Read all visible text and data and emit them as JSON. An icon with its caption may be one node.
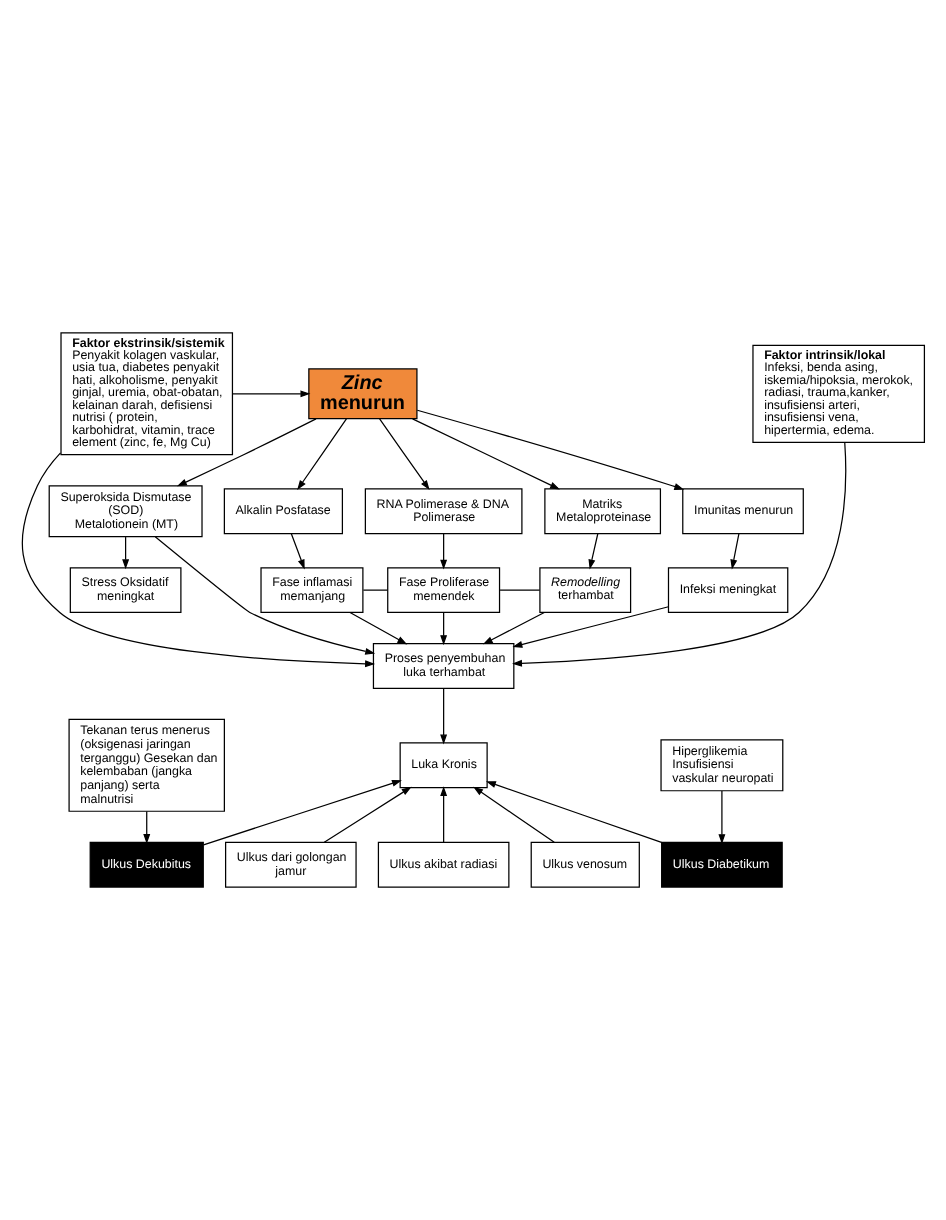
{
  "diagram": {
    "nodes": [
      {
        "text": [
          "Faktor ekstrinsik/sistemik",
          "Penyakit kolagen vaskular, usia tua, diabetes penyakit hati, alkoholisme, penyakit ginjal, uremia, obat-obatan, kelainan darah, defisiensi nutrisi ( protein, karbohidrat, vitamin, trace element (zinc, fe, Mg Cu)"
        ]
      },
      {
        "text": [
          "Faktor intrinsik/lokal",
          "Infeksi, benda asing, iskemia/hipoksia, merokok, radiasi, trauma,kanker, insufisiensi arteri, insufisiensi vena, hipertermia, edema."
        ]
      },
      {
        "text": [
          "Zinc",
          "menurun"
        ]
      },
      {
        "text": [
          "Imunitas menurun"
        ]
      },
      {
        "text": [
          "Infeksi meningkat"
        ]
      },
      {
        "text": [
          "Superoksida Dismutase (SOD)",
          "Metalotionein (MT)"
        ]
      },
      {
        "text": [
          "Stress Oksidatif meningkat"
        ]
      },
      {
        "text": [
          "Alkalin Posfatase"
        ]
      },
      {
        "text": [
          "RNA Polimerase & DNA Polimerase"
        ]
      },
      {
        "text": [
          "Matriks Metaloproteinase"
        ]
      },
      {
        "text": [
          "Fase inflamasi memanjang"
        ]
      },
      {
        "text": [
          "Fase Proliferase memendek"
        ]
      },
      {
        "text": [
          "Remodelling",
          "terhambat"
        ]
      },
      {
        "text": [
          "Proses penyembuhan luka terhambat"
        ]
      },
      {
        "text": [
          "Luka Kronis"
        ]
      },
      {
        "text": [
          "Ulkus akibat radiasi"
        ]
      },
      {
        "text": [
          "Ulkus Dekubitus"
        ]
      },
      {
        "text": [
          "Ulkus Diabetikum"
        ]
      },
      {
        "text": [
          "Ulkus venosum"
        ]
      },
      {
        "text": [
          "Ulkus dari golongan jamur"
        ]
      },
      {
        "text": [
          "Tekanan terus menerus (oksigenasi jaringan terganggu) Gesekan dan kelembaban (jangka panjang) serta malnutrisi"
        ]
      },
      {
        "text": [
          "Hiperglikemia Insufisiensi vaskular neuropati"
        ]
      }
    ],
    "edges": [
      {
        "from": 0,
        "to": 2,
        "arrow": "to"
      },
      {
        "from": 0,
        "to": 13,
        "arrow": "to"
      },
      {
        "from": 1,
        "to": 13,
        "arrow": "to"
      },
      {
        "from": 2,
        "to": 3,
        "arrow": "to"
      },
      {
        "from": 3,
        "to": 4,
        "arrow": "to"
      },
      {
        "from": 4,
        "to": 13,
        "arrow": "to"
      },
      {
        "from": 2,
        "to": 5,
        "arrow": "to"
      },
      {
        "from": 5,
        "to": 6,
        "arrow": "to"
      },
      {
        "from": 5,
        "to": 13,
        "arrow": "to"
      },
      {
        "from": 2,
        "to": 7,
        "arrow": "to"
      },
      {
        "from": 2,
        "to": 8,
        "arrow": "to"
      },
      {
        "from": 2,
        "to": 9,
        "arrow": "to"
      },
      {
        "from": 7,
        "to": 10,
        "arrow": "to"
      },
      {
        "from": 8,
        "to": 11,
        "arrow": "to"
      },
      {
        "from": 9,
        "to": 12,
        "arrow": "to"
      },
      {
        "from": 10,
        "to": 11,
        "arrow": "none"
      },
      {
        "from": 11,
        "to": 12,
        "arrow": "none"
      },
      {
        "from": 10,
        "to": 13,
        "arrow": "to"
      },
      {
        "from": 11,
        "to": 13,
        "arrow": "to"
      },
      {
        "from": 12,
        "to": 13,
        "arrow": "to"
      },
      {
        "from": 13,
        "to": 14,
        "arrow": "to"
      },
      {
        "from": 15,
        "to": 14,
        "arrow": "to"
      },
      {
        "from": 16,
        "to": 14,
        "arrow": "to"
      },
      {
        "from": 17,
        "to": 14,
        "arrow": "to"
      },
      {
        "from": 18,
        "to": 14,
        "arrow": "to"
      },
      {
        "from": 19,
        "to": 14,
        "arrow": "to"
      },
      {
        "from": 20,
        "to": 16,
        "arrow": "to"
      },
      {
        "from": 21,
        "to": 17,
        "arrow": "to"
      }
    ]
  }
}
